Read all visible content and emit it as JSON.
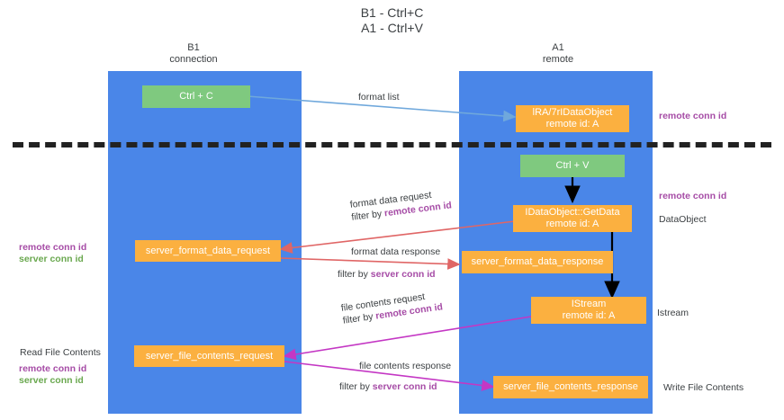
{
  "title": "B1 - Ctrl+C\nA1 - Ctrl+V",
  "lanes": [
    {
      "name": "lane-b1",
      "header": "B1\nconnection"
    },
    {
      "name": "lane-a1",
      "header": "A1\nremote"
    }
  ],
  "nodes": {
    "ctrl_c": "Ctrl + C",
    "idataobject": "lRA/7rIDataObject\nremote id: A",
    "ctrl_v": "Ctrl + V",
    "getdata": "IDataObject::GetData\nremote id: A",
    "server_format_data_request": "server_format_data_request",
    "server_format_data_response": "server_format_data_response",
    "istream": "IStream\nremote id: A",
    "server_file_contents_request": "server_file_contents_request",
    "server_file_contents_response": "server_file_contents_response"
  },
  "edge_labels": {
    "format_list": "format list",
    "format_data_request": "format data request",
    "format_data_request_filter_prefix": "filter by ",
    "format_data_request_filter_key": "remote conn id",
    "format_data_response": "format data response",
    "format_data_response_filter_prefix": "filter by ",
    "format_data_response_filter_key": "server conn id",
    "file_contents_request": "file contents request",
    "file_contents_request_filter_prefix": "filter by ",
    "file_contents_request_filter_key": "remote conn id",
    "file_contents_response": "file contents response",
    "file_contents_response_filter_prefix": "filter by ",
    "file_contents_response_filter_key": "server conn id"
  },
  "annotations": {
    "right_remote_conn_id_top": "remote conn id",
    "right_remote_conn_id_mid": "remote conn id",
    "right_dataobject": "DataObject",
    "right_istream": "Istream",
    "right_write_file_contents": "Write File Contents",
    "left_remote_conn_id_mid": "remote conn id",
    "left_server_conn_id_mid": "server conn id",
    "left_read_file_contents": "Read File Contents",
    "left_remote_conn_id_bottom": "remote conn id",
    "left_server_conn_id_bottom": "server conn id"
  },
  "colors": {
    "lane": "#4a86e8",
    "green_node": "#7fc97f",
    "orange_node": "#fbb040",
    "purple_key": "#a64ca6",
    "green_key": "#6aa84f",
    "arrow_blue": "#6fa8dc",
    "arrow_red": "#e06666",
    "arrow_magenta": "#c437c4",
    "arrow_black": "#000000",
    "separator": "#222222",
    "text": "#3c4043"
  }
}
